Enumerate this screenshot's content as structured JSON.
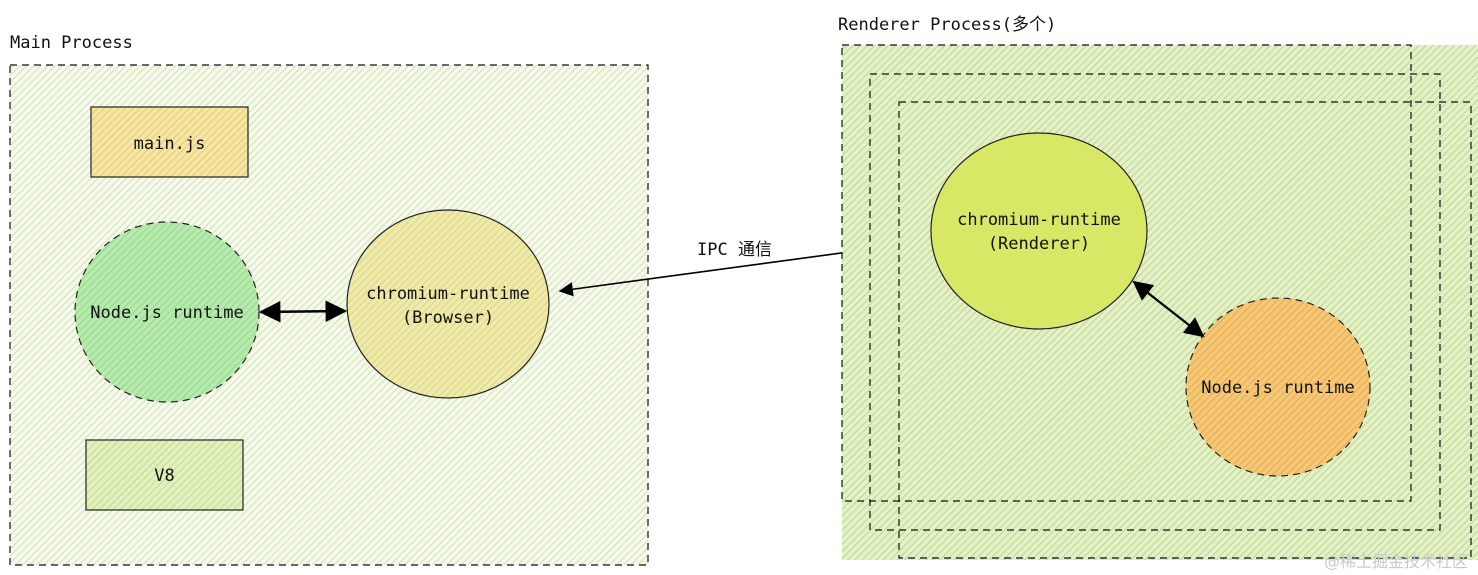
{
  "main_process": {
    "title": "Main Process",
    "main_js": "main.js",
    "v8": "V8",
    "node_runtime": "Node.js runtime",
    "chromium_line1": "chromium-runtime",
    "chromium_line2": "(Browser)"
  },
  "renderer_process": {
    "title": "Renderer Process(多个)",
    "chromium_line1": "chromium-runtime",
    "chromium_line2": "(Renderer)",
    "node_runtime": "Node.js runtime"
  },
  "ipc_label": "IPC 通信",
  "watermark": "@稀土掘金技术社区",
  "colors": {
    "panel_hatch": "#b7d48a",
    "main_js_fill": "#f2d27a",
    "v8_fill": "#cfe6a0",
    "node_green": "#9ee090",
    "chromium_yellow": "#e6e092",
    "renderer_chromium": "#d6e66a",
    "renderer_node_orange": "#f0b24a"
  }
}
